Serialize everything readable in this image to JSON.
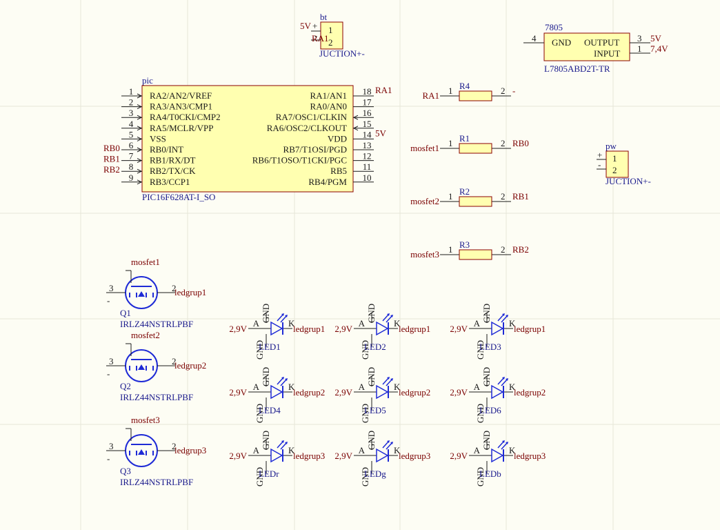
{
  "colors": {
    "background": "#fdfdf4",
    "grid": "#e6e6d8",
    "component_fill": "#ffffb0",
    "component_border": "#8b0000",
    "net_label": "#7a0000",
    "designator": "#1a1a8c",
    "symbol_blue": "#1e2ad6"
  },
  "bt": {
    "designator": "bt",
    "comment": "JUCTION+-",
    "pins": [
      "1",
      "2"
    ],
    "net_plus": "5V",
    "plus_sign": "+",
    "net_minus": "RA1",
    "minus_sign": "-"
  },
  "reg": {
    "designator": "7805",
    "comment": "L7805ABD2T-TR",
    "gnd": "GND",
    "output": "OUTPUT",
    "input": "INPUT",
    "pin_gnd": "4",
    "pin_out": "3",
    "pin_in": "1",
    "net_out": "5V",
    "net_in": "7,4V"
  },
  "pic": {
    "designator": "pic",
    "comment": "PIC16F628AT-I_SO",
    "left_pins": [
      {
        "num": "1",
        "name": "RA2/AN2/VREF",
        "net": ""
      },
      {
        "num": "2",
        "name": "RA3/AN3/CMP1",
        "net": ""
      },
      {
        "num": "3",
        "name": "RA4/T0CKI/CMP2",
        "net": ""
      },
      {
        "num": "4",
        "name": "RA5/MCLR/VPP",
        "net": ""
      },
      {
        "num": "5",
        "name": "VSS",
        "net": ""
      },
      {
        "num": "6",
        "name": "RB0/INT",
        "net": "RB0"
      },
      {
        "num": "7",
        "name": "RB1/RX/DT",
        "net": "RB1"
      },
      {
        "num": "8",
        "name": "RB2/TX/CK",
        "net": "RB2"
      },
      {
        "num": "9",
        "name": "RB3/CCP1",
        "net": ""
      }
    ],
    "right_pins": [
      {
        "num": "18",
        "name": "RA1/AN1",
        "net": "RA1"
      },
      {
        "num": "17",
        "name": "RA0/AN0",
        "net": ""
      },
      {
        "num": "16",
        "name": "RA7/OSC1/CLKIN",
        "net": ""
      },
      {
        "num": "15",
        "name": "RA6/OSC2/CLKOUT",
        "net": ""
      },
      {
        "num": "14",
        "name": "VDD",
        "net": "5V"
      },
      {
        "num": "13",
        "name": "RB7/T1OSI/PGD",
        "net": ""
      },
      {
        "num": "12",
        "name": "RB6/T1OSO/T1CKI/PGC",
        "net": ""
      },
      {
        "num": "11",
        "name": "RB5",
        "net": ""
      },
      {
        "num": "10",
        "name": "RB4/PGM",
        "net": ""
      }
    ]
  },
  "resistors": [
    {
      "designator": "R4",
      "net_left": "RA1",
      "net_right": "-",
      "pin1": "1",
      "pin2": "2"
    },
    {
      "designator": "R1",
      "net_left": "mosfet1",
      "net_right": "RB0",
      "pin1": "1",
      "pin2": "2"
    },
    {
      "designator": "R2",
      "net_left": "mosfet2",
      "net_right": "RB1",
      "pin1": "1",
      "pin2": "2"
    },
    {
      "designator": "R3",
      "net_left": "mosfet3",
      "net_right": "RB2",
      "pin1": "1",
      "pin2": "2"
    }
  ],
  "pw": {
    "designator": "pw",
    "comment": "JUCTION+-",
    "pins": [
      "1",
      "2"
    ],
    "plus_sign": "+",
    "minus_sign": "-"
  },
  "mosfets": [
    {
      "designator": "Q1",
      "comment": "IRLZ44NSTRLPBF",
      "gate_net": "mosfet1",
      "drain_net": "ledgrup1",
      "pin_source": "3",
      "pin_drain": "2",
      "minus_sign": "-"
    },
    {
      "designator": "Q2",
      "comment": "IRLZ44NSTRLPBF",
      "gate_net": "mosfet2",
      "drain_net": "ledgrup2",
      "pin_source": "3",
      "pin_drain": "2",
      "minus_sign": "-"
    },
    {
      "designator": "Q3",
      "comment": "IRLZ44NSTRLPBF",
      "gate_net": "mosfet3",
      "drain_net": "ledgrup3",
      "pin_source": "3",
      "pin_drain": "2",
      "minus_sign": "-"
    }
  ],
  "led_common": {
    "anode": "A",
    "cathode": "K",
    "gnd": "GND",
    "anode_net": "2,9V"
  },
  "leds": [
    {
      "designator": "LED1",
      "cathode_net": "ledgrup1"
    },
    {
      "designator": "LED2",
      "cathode_net": "ledgrup1"
    },
    {
      "designator": "LED3",
      "cathode_net": "ledgrup1"
    },
    {
      "designator": "LED4",
      "cathode_net": "ledgrup2"
    },
    {
      "designator": "LED5",
      "cathode_net": "ledgrup2"
    },
    {
      "designator": "LED6",
      "cathode_net": "ledgrup2"
    },
    {
      "designator": "LEDr",
      "cathode_net": "ledgrup3"
    },
    {
      "designator": "LEDg",
      "cathode_net": "ledgrup3"
    },
    {
      "designator": "LEDb",
      "cathode_net": "ledgrup3"
    }
  ]
}
